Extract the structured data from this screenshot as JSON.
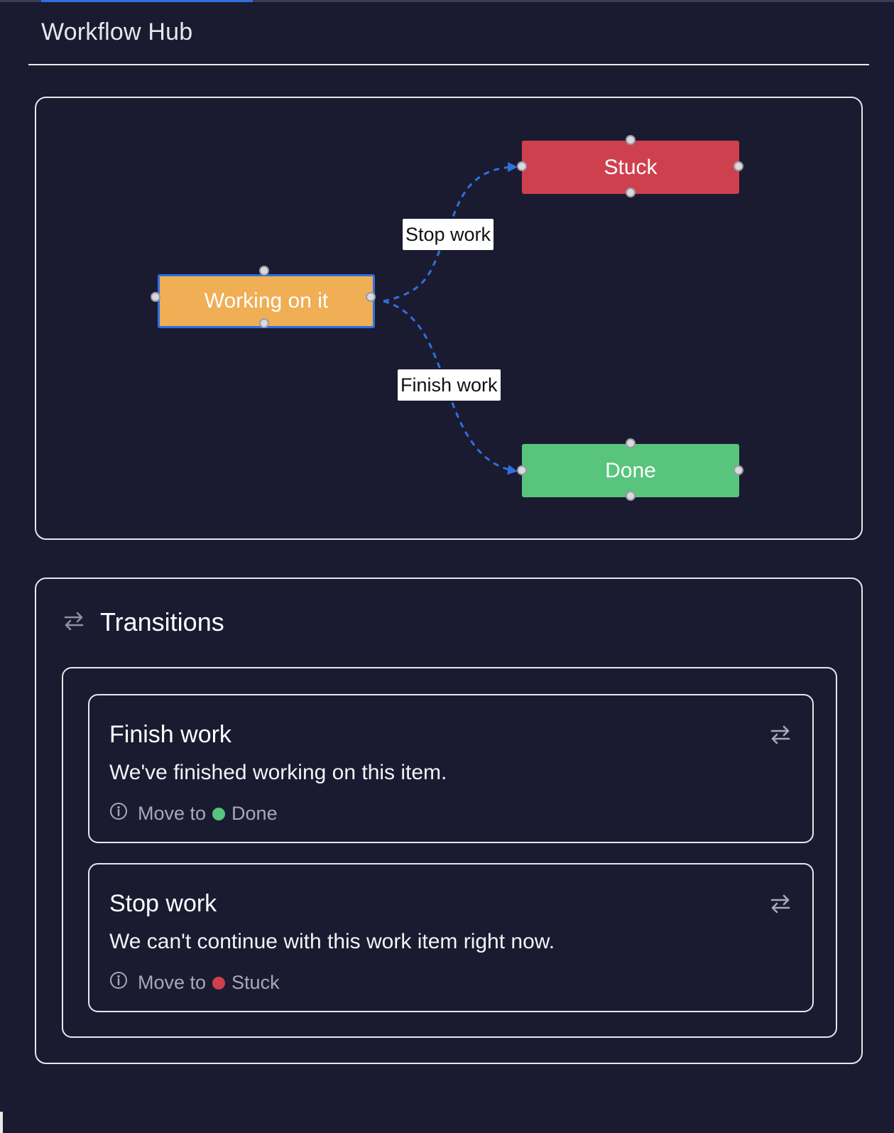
{
  "header": {
    "title": "Workflow Hub"
  },
  "diagram": {
    "nodes": {
      "working": {
        "label": "Working on it",
        "color": "#f0ae55",
        "selected": true
      },
      "stuck": {
        "label": "Stuck",
        "color": "#cf404e"
      },
      "done": {
        "label": "Done",
        "color": "#58c47c"
      }
    },
    "edges": {
      "stop": {
        "label": "Stop work",
        "from": "Working on it",
        "to": "Stuck"
      },
      "finish": {
        "label": "Finish work",
        "from": "Working on it",
        "to": "Done"
      }
    },
    "edge_color": "#2f6fe0"
  },
  "transitions": {
    "title": "Transitions",
    "icon": "swap-arrows-icon",
    "items": [
      {
        "name": "Finish work",
        "description": "We've finished working on this item.",
        "move_prefix": "Move to",
        "target": "Done",
        "target_color": "#58c47c"
      },
      {
        "name": "Stop work",
        "description": "We can't continue with this work item right now.",
        "move_prefix": "Move to",
        "target": "Stuck",
        "target_color": "#cf404e"
      }
    ]
  }
}
